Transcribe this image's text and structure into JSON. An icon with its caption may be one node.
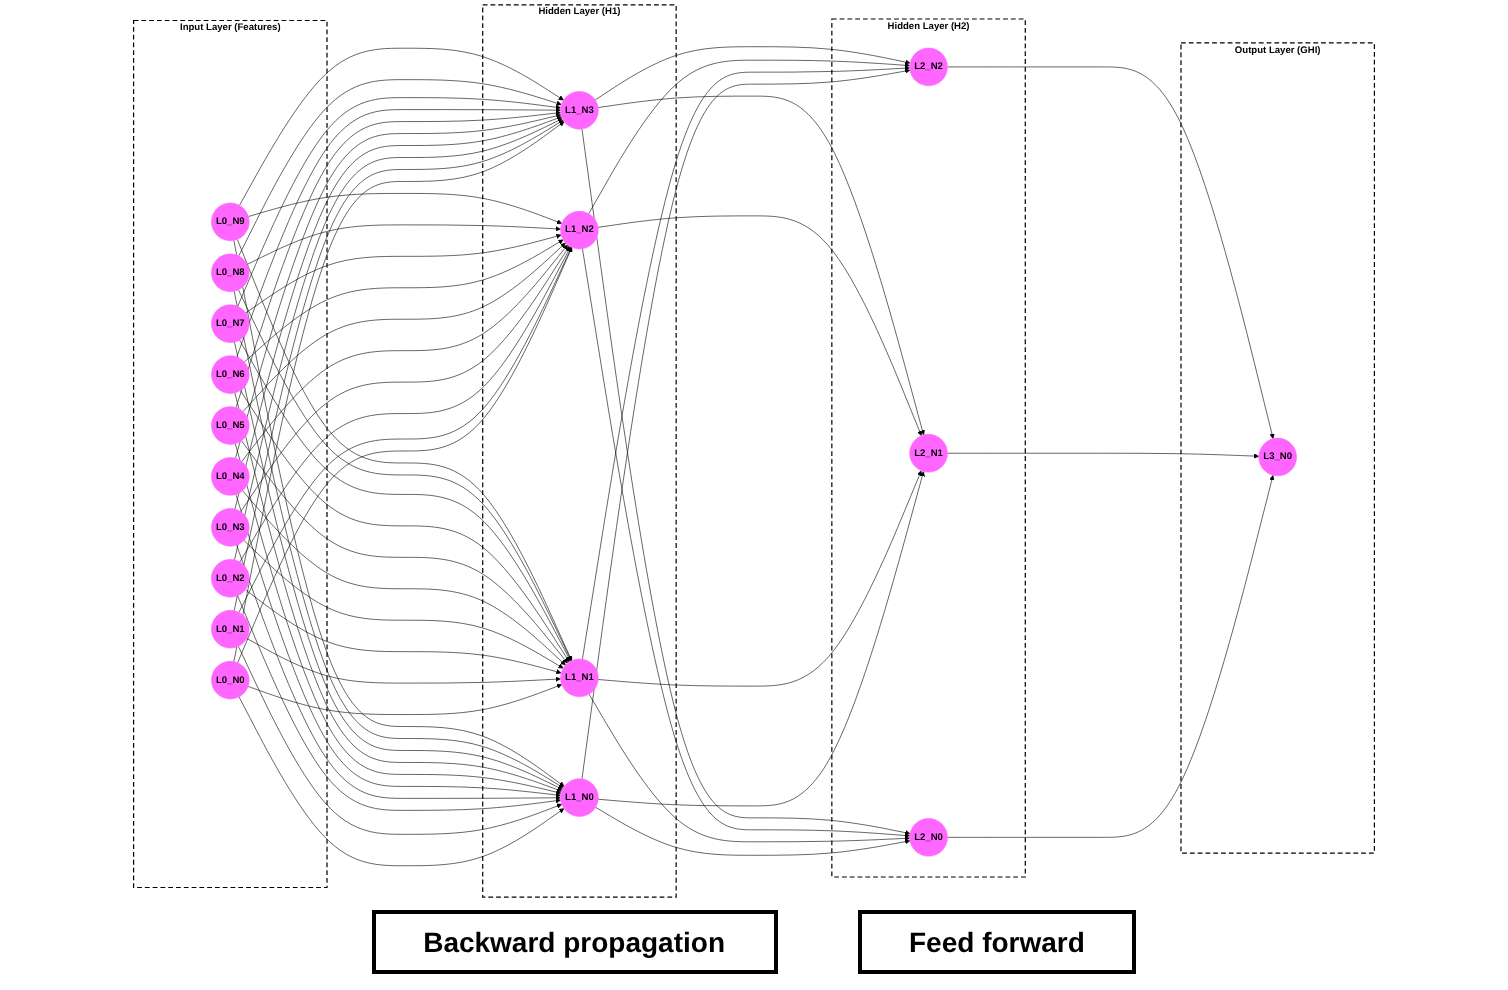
{
  "diagram": {
    "nodes": [
      {
        "text": [
          "Input Layer (Features)"
        ]
      },
      {
        "text": [
          "L0_N9"
        ],
        "in": 0
      },
      {
        "text": [
          "L0_N8"
        ],
        "in": 0
      },
      {
        "text": [
          "L0_N7"
        ],
        "in": 0
      },
      {
        "text": [
          "L0_N6"
        ],
        "in": 0
      },
      {
        "text": [
          "L0_N5"
        ],
        "in": 0
      },
      {
        "text": [
          "L0_N4"
        ],
        "in": 0
      },
      {
        "text": [
          "L0_N3"
        ],
        "in": 0
      },
      {
        "text": [
          "L0_N2"
        ],
        "in": 0
      },
      {
        "text": [
          "L0_N1"
        ],
        "in": 0
      },
      {
        "text": [
          "L0_N0"
        ],
        "in": 0
      },
      {
        "text": [
          "Hidden Layer (H1)"
        ]
      },
      {
        "text": [
          "L1_N3"
        ],
        "in": 11
      },
      {
        "text": [
          "L1_N2"
        ],
        "in": 11
      },
      {
        "text": [
          "L1_N1"
        ],
        "in": 11
      },
      {
        "text": [
          "L1_N0"
        ],
        "in": 11
      },
      {
        "text": [
          "Hidden Layer (H2)"
        ]
      },
      {
        "text": [
          "L2_N2"
        ],
        "in": 16
      },
      {
        "text": [
          "L2_N1"
        ],
        "in": 16
      },
      {
        "text": [
          "L2_N0"
        ],
        "in": 16
      },
      {
        "text": [
          "Output Layer (GHI)"
        ]
      },
      {
        "text": [
          "L3_N0"
        ],
        "in": 20
      }
    ],
    "edges": [
      {
        "from": 1,
        "to": 12,
        "arrow": "to"
      },
      {
        "from": 1,
        "to": 13,
        "arrow": "to"
      },
      {
        "from": 1,
        "to": 14,
        "arrow": "to"
      },
      {
        "from": 1,
        "to": 15,
        "arrow": "to"
      },
      {
        "from": 2,
        "to": 12,
        "arrow": "to"
      },
      {
        "from": 2,
        "to": 13,
        "arrow": "to"
      },
      {
        "from": 2,
        "to": 14,
        "arrow": "to"
      },
      {
        "from": 2,
        "to": 15,
        "arrow": "to"
      },
      {
        "from": 3,
        "to": 12,
        "arrow": "to"
      },
      {
        "from": 3,
        "to": 13,
        "arrow": "to"
      },
      {
        "from": 3,
        "to": 14,
        "arrow": "to"
      },
      {
        "from": 3,
        "to": 15,
        "arrow": "to"
      },
      {
        "from": 4,
        "to": 12,
        "arrow": "to"
      },
      {
        "from": 4,
        "to": 13,
        "arrow": "to"
      },
      {
        "from": 4,
        "to": 14,
        "arrow": "to"
      },
      {
        "from": 4,
        "to": 15,
        "arrow": "to"
      },
      {
        "from": 5,
        "to": 12,
        "arrow": "to"
      },
      {
        "from": 5,
        "to": 13,
        "arrow": "to"
      },
      {
        "from": 5,
        "to": 14,
        "arrow": "to"
      },
      {
        "from": 5,
        "to": 15,
        "arrow": "to"
      },
      {
        "from": 6,
        "to": 12,
        "arrow": "to"
      },
      {
        "from": 6,
        "to": 13,
        "arrow": "to"
      },
      {
        "from": 6,
        "to": 14,
        "arrow": "to"
      },
      {
        "from": 6,
        "to": 15,
        "arrow": "to"
      },
      {
        "from": 7,
        "to": 12,
        "arrow": "to"
      },
      {
        "from": 7,
        "to": 13,
        "arrow": "to"
      },
      {
        "from": 7,
        "to": 14,
        "arrow": "to"
      },
      {
        "from": 7,
        "to": 15,
        "arrow": "to"
      },
      {
        "from": 8,
        "to": 12,
        "arrow": "to"
      },
      {
        "from": 8,
        "to": 13,
        "arrow": "to"
      },
      {
        "from": 8,
        "to": 14,
        "arrow": "to"
      },
      {
        "from": 8,
        "to": 15,
        "arrow": "to"
      },
      {
        "from": 9,
        "to": 12,
        "arrow": "to"
      },
      {
        "from": 9,
        "to": 13,
        "arrow": "to"
      },
      {
        "from": 9,
        "to": 14,
        "arrow": "to"
      },
      {
        "from": 9,
        "to": 15,
        "arrow": "to"
      },
      {
        "from": 10,
        "to": 12,
        "arrow": "to"
      },
      {
        "from": 10,
        "to": 13,
        "arrow": "to"
      },
      {
        "from": 10,
        "to": 14,
        "arrow": "to"
      },
      {
        "from": 10,
        "to": 15,
        "arrow": "to"
      },
      {
        "from": 12,
        "to": 17,
        "arrow": "to"
      },
      {
        "from": 12,
        "to": 18,
        "arrow": "to"
      },
      {
        "from": 12,
        "to": 19,
        "arrow": "to"
      },
      {
        "from": 13,
        "to": 17,
        "arrow": "to"
      },
      {
        "from": 13,
        "to": 18,
        "arrow": "to"
      },
      {
        "from": 13,
        "to": 19,
        "arrow": "to"
      },
      {
        "from": 14,
        "to": 17,
        "arrow": "to"
      },
      {
        "from": 14,
        "to": 18,
        "arrow": "to"
      },
      {
        "from": 14,
        "to": 19,
        "arrow": "to"
      },
      {
        "from": 15,
        "to": 17,
        "arrow": "to"
      },
      {
        "from": 15,
        "to": 18,
        "arrow": "to"
      },
      {
        "from": 15,
        "to": 19,
        "arrow": "to"
      },
      {
        "from": 17,
        "to": 21,
        "arrow": "to"
      },
      {
        "from": 18,
        "to": 21,
        "arrow": "to"
      },
      {
        "from": 19,
        "to": 21,
        "arrow": "to"
      }
    ],
    "labels": [
      "Backward propagation",
      "Feed forward"
    ]
  }
}
